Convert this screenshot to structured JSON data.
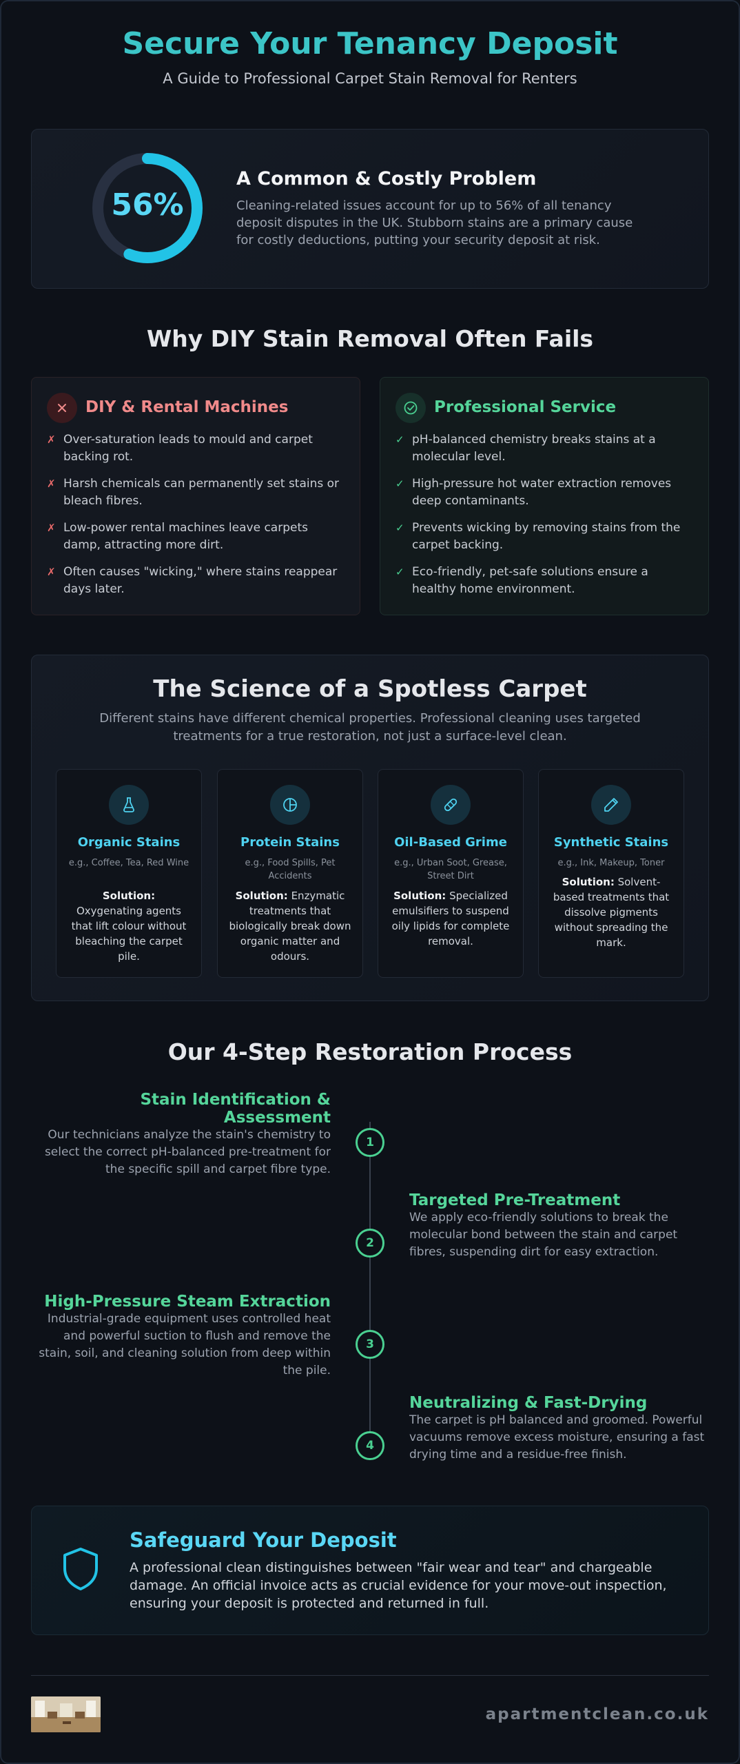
{
  "header": {
    "title": "Secure Your Tenancy Deposit",
    "subtitle": "A Guide to Professional Carpet Stain Removal for Renters"
  },
  "problem": {
    "stat_label": "56%",
    "stat_fraction": 0.56,
    "title": "A Common & Costly Problem",
    "text": "Cleaning-related issues account for up to 56% of all tenancy deposit disputes in the UK. Stubborn stains are a primary cause for costly deductions, putting your security deposit at risk."
  },
  "comparison": {
    "title": "Why DIY Stain Removal Often Fails",
    "diy": {
      "title": "DIY & Rental Machines",
      "items": [
        "Over-saturation leads to mould and carpet backing rot.",
        "Harsh chemicals can permanently set stains or bleach fibres.",
        "Low-power rental machines leave carpets damp, attracting more dirt.",
        "Often causes \"wicking,\" where stains reappear days later."
      ]
    },
    "pro": {
      "title": "Professional Service",
      "items": [
        "pH-balanced chemistry breaks stains at a molecular level.",
        "High-pressure hot water extraction removes deep contaminants.",
        "Prevents wicking by removing stains from the carpet backing.",
        "Eco-friendly, pet-safe solutions ensure a healthy home environment."
      ]
    }
  },
  "science": {
    "title": "The Science of a Spotless Carpet",
    "text": "Different stains have different chemical properties. Professional cleaning uses targeted treatments for a true restoration, not just a surface-level clean.",
    "solution_label": "Solution:",
    "stains": [
      {
        "icon": "flask-icon",
        "name": "Organic Stains",
        "example": "e.g., Coffee, Tea, Red Wine",
        "solution": "Oxygenating agents that lift colour without bleaching the carpet pile."
      },
      {
        "icon": "pie-icon",
        "name": "Protein Stains",
        "example": "e.g., Food Spills, Pet Accidents",
        "solution": "Enzymatic treatments that biologically break down organic matter and odours."
      },
      {
        "icon": "bandage-icon",
        "name": "Oil-Based Grime",
        "example": "e.g., Urban Soot, Grease, Street Dirt",
        "solution": "Specialized emulsifiers to suspend oily lipids for complete removal."
      },
      {
        "icon": "pen-icon",
        "name": "Synthetic Stains",
        "example": "e.g., Ink, Makeup, Toner",
        "solution": "Solvent-based treatments that dissolve pigments without spreading the mark."
      }
    ]
  },
  "process": {
    "title": "Our 4-Step Restoration Process",
    "steps": [
      {
        "number": "1",
        "title": "Stain Identification & Assessment",
        "text": "Our technicians analyze the stain's chemistry to select the correct pH-balanced pre-treatment for the specific spill and carpet fibre type."
      },
      {
        "number": "2",
        "title": "Targeted Pre-Treatment",
        "text": "We apply eco-friendly solutions to break the molecular bond between the stain and carpet fibres, suspending dirt for easy extraction."
      },
      {
        "number": "3",
        "title": "High-Pressure Steam Extraction",
        "text": "Industrial-grade equipment uses controlled heat and powerful suction to flush and remove the stain, soil, and cleaning solution from deep within the pile."
      },
      {
        "number": "4",
        "title": "Neutralizing & Fast-Drying",
        "text": "The carpet is pH balanced and groomed. Powerful vacuums remove excess moisture, ensuring a fast drying time and a residue-free finish."
      }
    ]
  },
  "safeguard": {
    "title": "Safeguard Your Deposit",
    "text": "A professional clean distinguishes between \"fair wear and tear\" and chargeable damage. An official invoice acts as crucial evidence for your move-out inspection, ensuring your deposit is protected and returned in full."
  },
  "footer": {
    "url": "apartmentclean.co.uk"
  },
  "colors": {
    "accent_cyan": "#5ad7f5",
    "accent_green": "#4ad091",
    "danger_red": "#f08a8a"
  }
}
